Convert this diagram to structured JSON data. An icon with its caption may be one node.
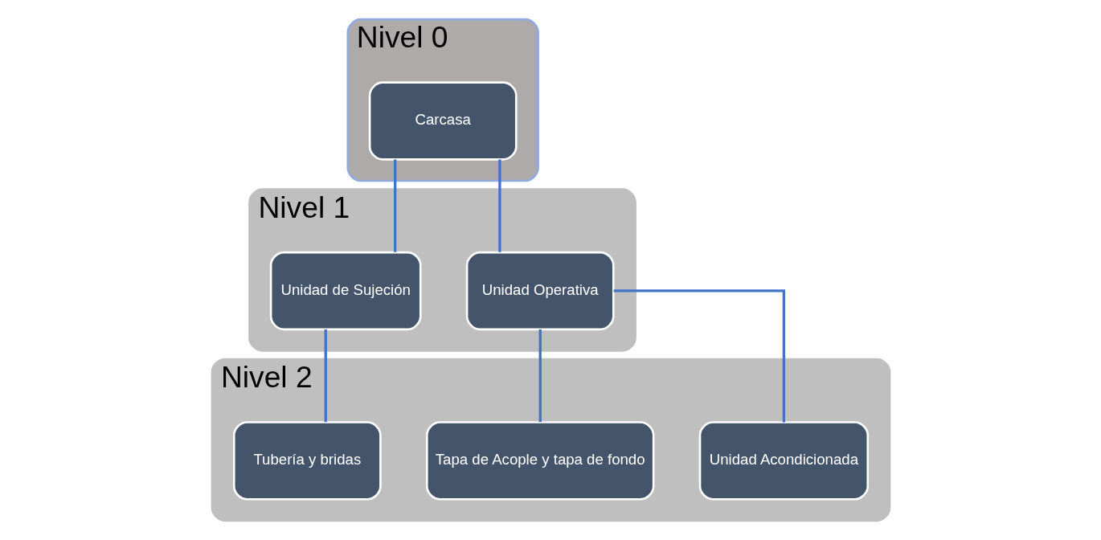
{
  "diagram": {
    "nodes": [
      {
        "text": [
          "Nivel 0"
        ]
      },
      {
        "text": [
          "Carcasa"
        ],
        "in": 0
      },
      {
        "text": [
          "Nivel 1"
        ]
      },
      {
        "text": [
          "Unidad Operativa"
        ],
        "in": 2
      },
      {
        "text": [
          "Unidad de Sujeción"
        ],
        "in": 2
      },
      {
        "text": [
          "Nivel 2"
        ]
      },
      {
        "text": [
          "Tapa de Acople y tapa de fondo"
        ],
        "in": 5
      },
      {
        "text": [
          "Unidad Acondicionada"
        ],
        "in": 5
      },
      {
        "text": [
          "Tubería y bridas"
        ],
        "in": 5
      }
    ],
    "edges": [
      {
        "from": 1,
        "to": 3,
        "arrow": "none"
      },
      {
        "from": 1,
        "to": 4,
        "arrow": "none"
      },
      {
        "from": 3,
        "to": 6,
        "arrow": "none"
      },
      {
        "from": 3,
        "to": 7,
        "arrow": "none"
      },
      {
        "from": 4,
        "to": 8,
        "arrow": "none"
      }
    ]
  }
}
